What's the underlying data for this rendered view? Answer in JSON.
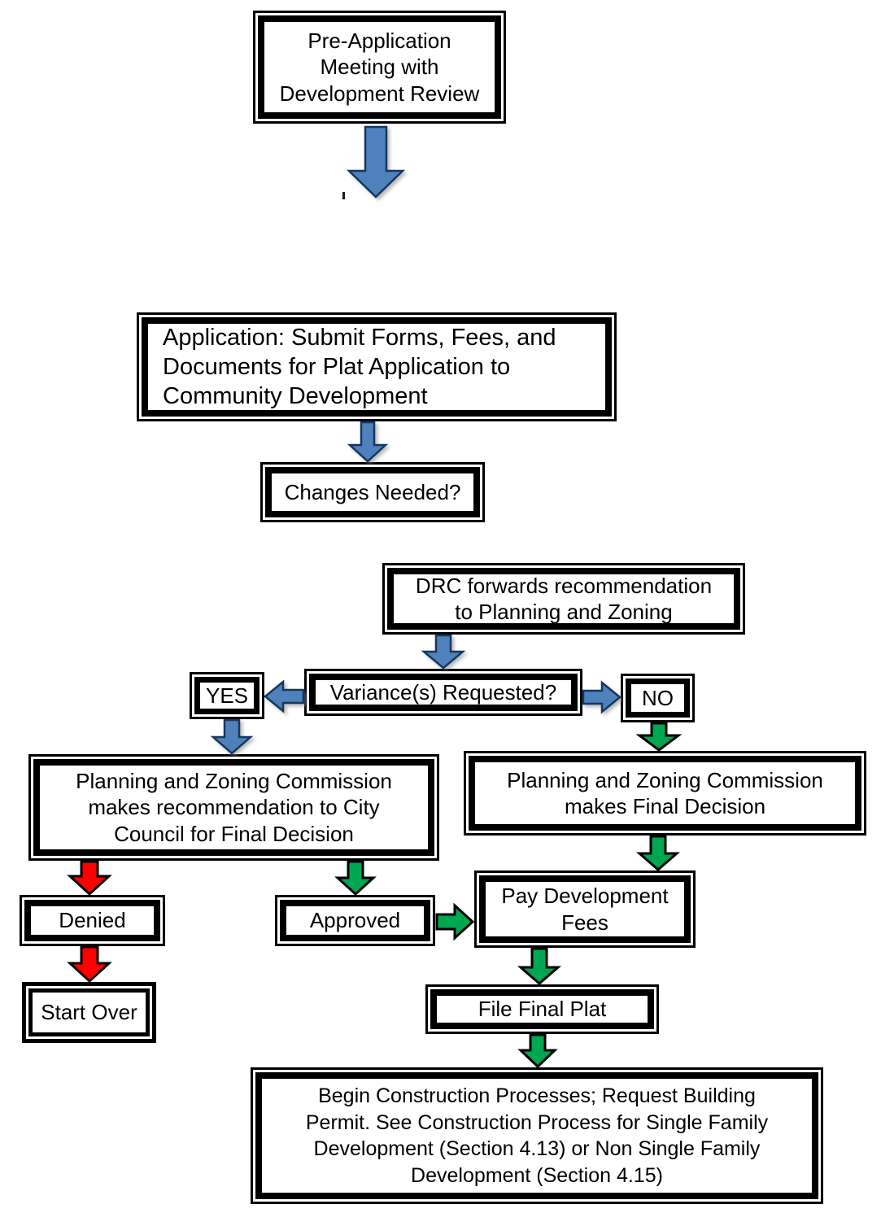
{
  "colors": {
    "arrow_blue": "#4f81bd",
    "arrow_blue_border": "#17375d",
    "arrow_green": "#00a651",
    "arrow_red": "#ff0000",
    "box_border": "#000000"
  },
  "nodes": {
    "pre_application": {
      "label": "Pre-Application\nMeeting with\nDevelopment Review"
    },
    "application": {
      "label": "Application: Submit Forms, Fees, and\nDocuments for Plat Application to\nCommunity Development"
    },
    "changes_needed": {
      "label": "Changes Needed?"
    },
    "drc_forwards": {
      "label": "DRC forwards recommendation\nto Planning and Zoning"
    },
    "variance_requested": {
      "label": "Variance(s) Requested?"
    },
    "yes": {
      "label": "YES"
    },
    "no": {
      "label": "NO"
    },
    "pz_recommendation": {
      "label": "Planning and Zoning Commission\nmakes recommendation to City\nCouncil for Final Decision"
    },
    "pz_final_decision": {
      "label": "Planning and Zoning Commission\nmakes Final Decision"
    },
    "denied": {
      "label": "Denied"
    },
    "start_over": {
      "label": "Start Over"
    },
    "approved": {
      "label": "Approved"
    },
    "pay_fees": {
      "label": "Pay Development\nFees"
    },
    "file_final_plat": {
      "label": "File Final Plat"
    },
    "begin_construction": {
      "label": "Begin Construction Processes; Request Building\nPermit. See Construction Process for Single Family\nDevelopment (Section 4.13) or Non Single Family\nDevelopment (Section 4.15)"
    }
  },
  "edges": [
    {
      "from": "pre_application",
      "to": "application",
      "color": "blue",
      "direction": "down"
    },
    {
      "from": "application",
      "to": "changes_needed",
      "color": "blue",
      "direction": "down"
    },
    {
      "from": "drc_forwards",
      "to": "variance_requested",
      "color": "blue",
      "direction": "down"
    },
    {
      "from": "variance_requested",
      "to": "yes",
      "color": "blue",
      "direction": "left"
    },
    {
      "from": "variance_requested",
      "to": "no",
      "color": "blue",
      "direction": "right"
    },
    {
      "from": "yes",
      "to": "pz_recommendation",
      "color": "blue",
      "direction": "down"
    },
    {
      "from": "no",
      "to": "pz_final_decision",
      "color": "green",
      "direction": "down"
    },
    {
      "from": "pz_recommendation",
      "to": "denied",
      "color": "red",
      "direction": "down"
    },
    {
      "from": "pz_recommendation",
      "to": "approved",
      "color": "green",
      "direction": "down"
    },
    {
      "from": "denied",
      "to": "start_over",
      "color": "red",
      "direction": "down"
    },
    {
      "from": "approved",
      "to": "pay_fees",
      "color": "green",
      "direction": "right"
    },
    {
      "from": "pz_final_decision",
      "to": "pay_fees",
      "color": "green",
      "direction": "down"
    },
    {
      "from": "pay_fees",
      "to": "file_final_plat",
      "color": "green",
      "direction": "down"
    },
    {
      "from": "file_final_plat",
      "to": "begin_construction",
      "color": "green",
      "direction": "down"
    }
  ]
}
